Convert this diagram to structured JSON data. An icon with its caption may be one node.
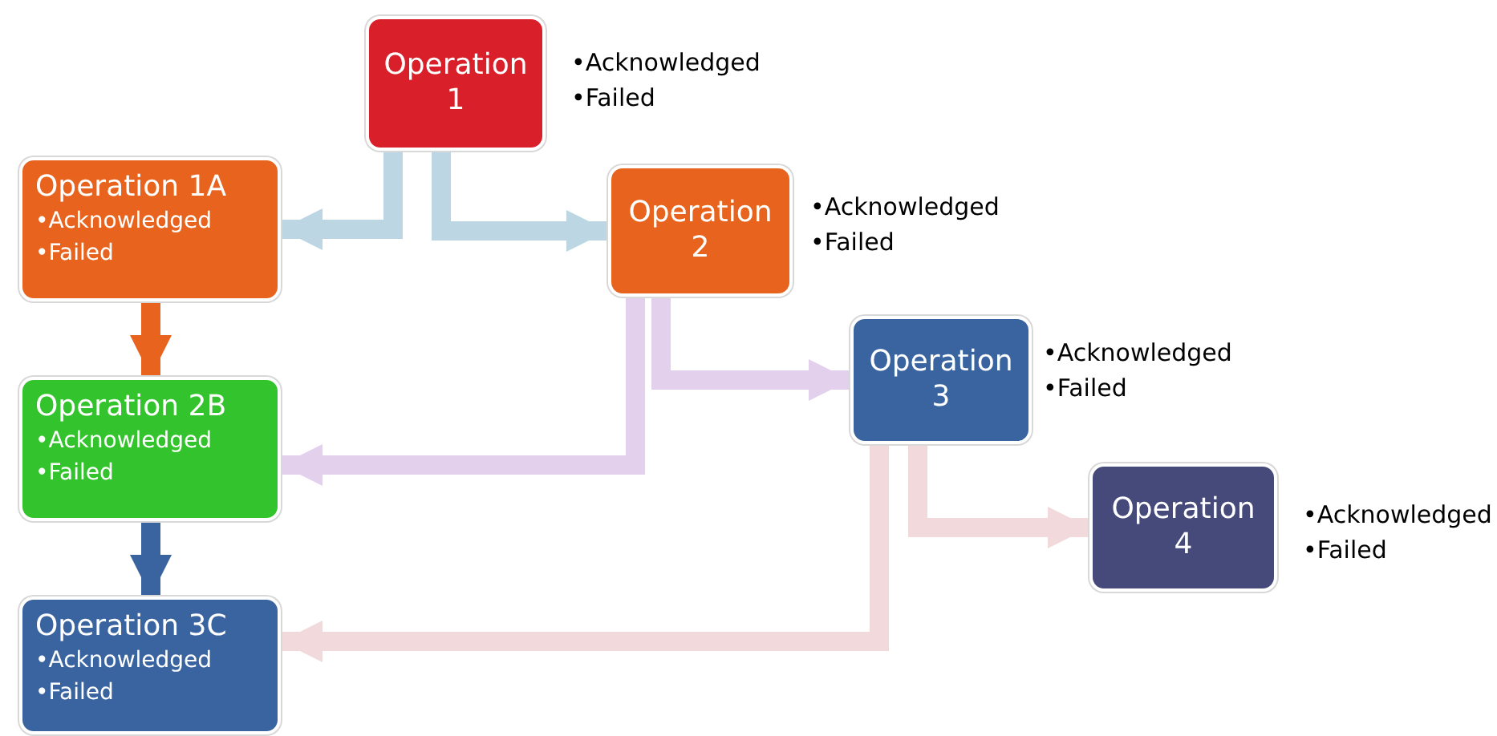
{
  "diagram": {
    "nodes": [
      {
        "text": [
          "Operation 1"
        ],
        "beside": [
          "•Acknowledged",
          "•Failed"
        ]
      },
      {
        "text": [
          "Operation 1A",
          "•Acknowledged",
          "•Failed"
        ]
      },
      {
        "text": [
          "Operation 2"
        ],
        "beside": [
          "•Acknowledged",
          "•Failed"
        ]
      },
      {
        "text": [
          "Operation 3"
        ],
        "beside": [
          "•Acknowledged",
          "•Failed"
        ]
      },
      {
        "text": [
          "Operation 2B",
          "•Acknowledged",
          "•Failed"
        ]
      },
      {
        "text": [
          "Operation 4"
        ],
        "beside": [
          "•Acknowledged",
          "•Failed"
        ]
      },
      {
        "text": [
          "Operation 3C",
          "•Acknowledged",
          "•Failed"
        ]
      }
    ],
    "edges": [
      {
        "from": 0,
        "to": 1,
        "arrow": "to",
        "color": "#bcd6e3"
      },
      {
        "from": 0,
        "to": 2,
        "arrow": "to",
        "color": "#bcd6e3"
      },
      {
        "from": 1,
        "to": 4,
        "arrow": "to",
        "color": "#e8641e"
      },
      {
        "from": 4,
        "to": 6,
        "arrow": "to",
        "color": "#3a64a0"
      },
      {
        "from": 2,
        "to": 3,
        "arrow": "to",
        "color": "#e2d0ec"
      },
      {
        "from": 2,
        "to": 4,
        "arrow": "to",
        "color": "#e2d0ec"
      },
      {
        "from": 3,
        "to": 5,
        "arrow": "to",
        "color": "#f2d9dc"
      },
      {
        "from": 3,
        "to": 6,
        "arrow": "to",
        "color": "#f2d9dc"
      }
    ]
  }
}
